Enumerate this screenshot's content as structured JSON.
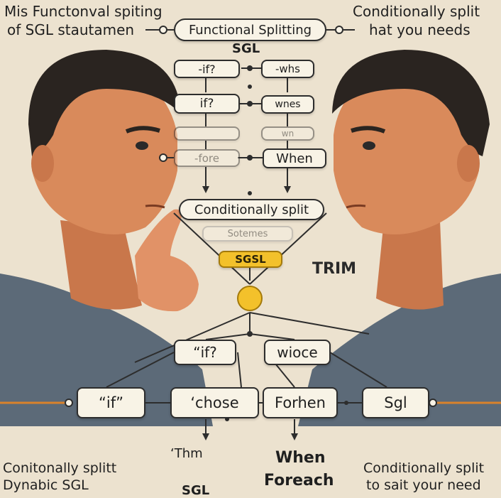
{
  "corner_text": {
    "top_left_line1": "Mis Functonval spiting",
    "top_left_line2": "of SGL stautamen",
    "top_right_line1": "Conditionally split",
    "top_right_line2": "hat you needs",
    "bottom_left_line1": "Conitonally splitt",
    "bottom_left_line2": "Dynabic SGL",
    "bottom_right_line1": "Conditionally split",
    "bottom_right_line2": "to sait your need",
    "bottom_center": "SGL"
  },
  "header_node": {
    "title": "Functional Splitting",
    "subtitle": "SGL"
  },
  "upper_chain": {
    "left": [
      "-if?",
      "if?",
      "",
      "-fore"
    ],
    "right": [
      "-whs",
      "wnes",
      "wn",
      "When"
    ]
  },
  "middle": {
    "conditional_label": "Conditionally split",
    "faded_label": "Sotemes",
    "badge_label": "SGSL",
    "trim_label": "TRIM"
  },
  "lower_tree": {
    "row1": [
      "“if?",
      "wioce"
    ],
    "row2": [
      "“if”",
      "‘chose",
      "Forhen",
      "Sgl"
    ],
    "leaf_them": "‘Thm",
    "leaf_when": "When",
    "leaf_foreach": "Foreach"
  },
  "colors": {
    "background": "#ece2cf",
    "node_fill": "#f8f3e6",
    "node_border": "#2d2d2d",
    "badge": "#f3c12b",
    "connector_accent": "#d9822b",
    "skin": "#d98a5b",
    "hair": "#2a2420",
    "shirt": "#5c6a78"
  }
}
